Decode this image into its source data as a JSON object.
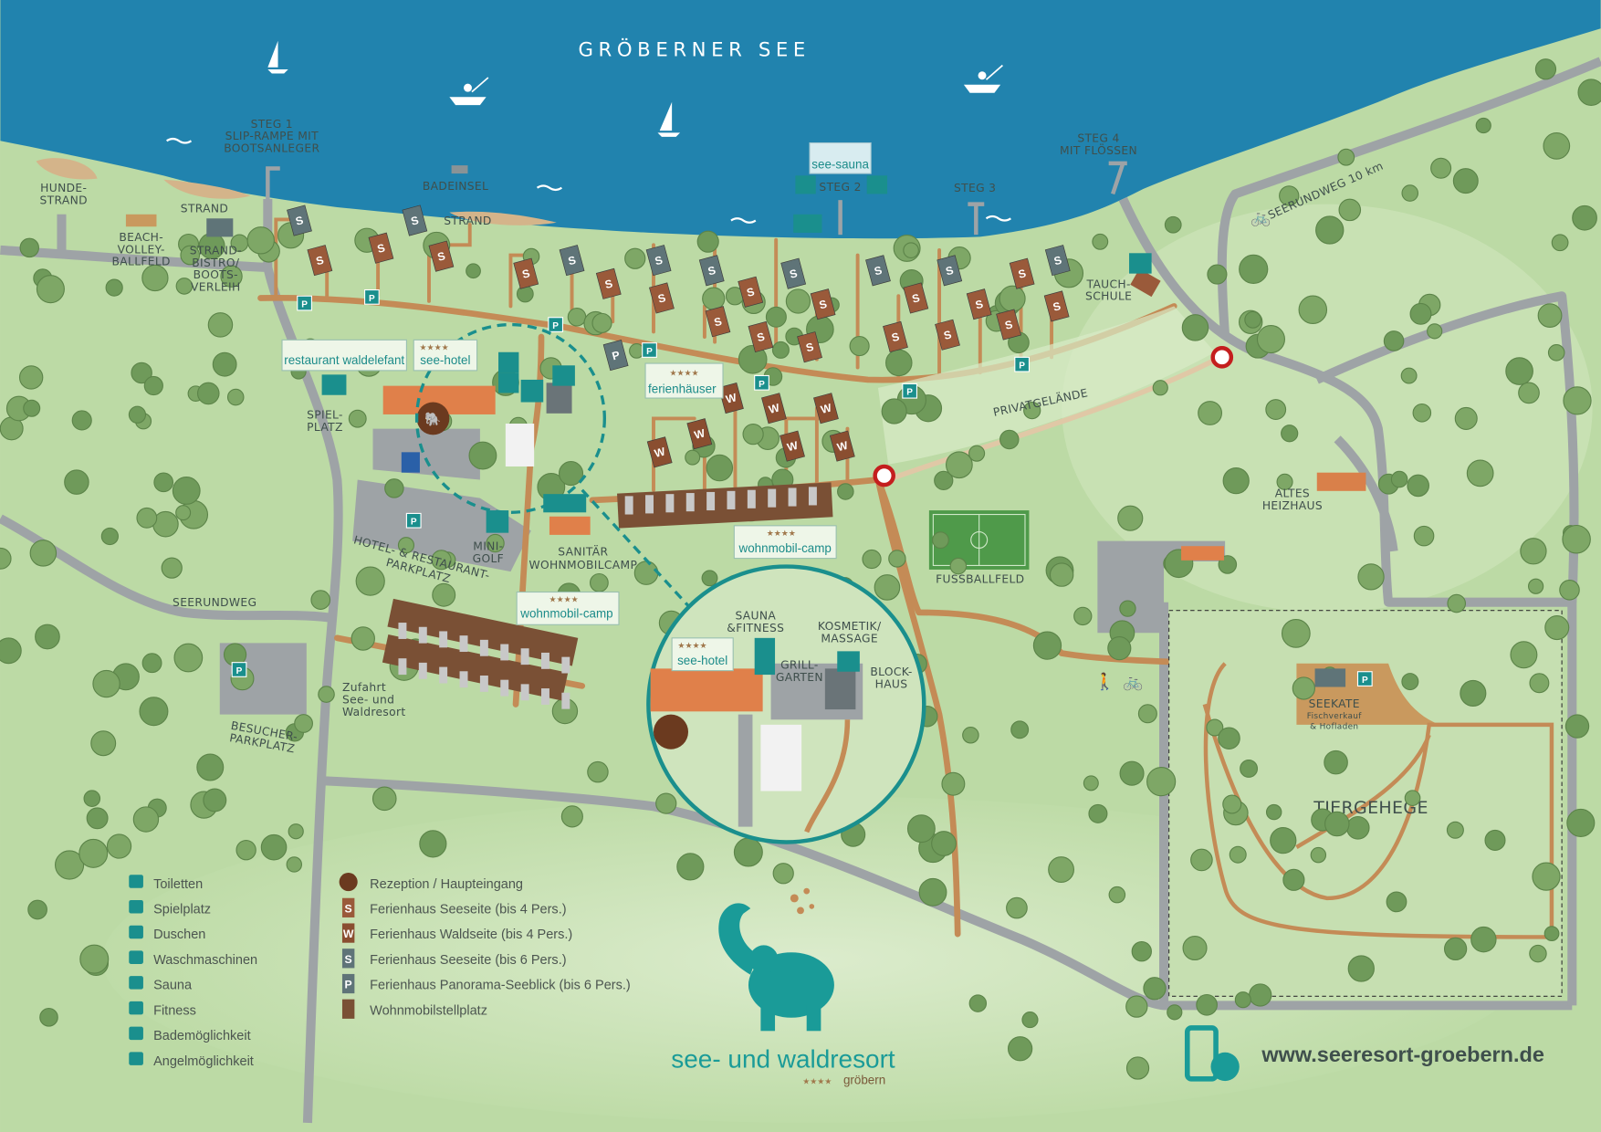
{
  "lake": {
    "title": "GRÖBERNER SEE"
  },
  "labels": {
    "steg1": [
      "STEG 1",
      "SLIP-RAMPE MIT",
      "BOOTSANLEGER"
    ],
    "hundestrand": [
      "HUNDE-",
      "STRAND"
    ],
    "strand1": "STRAND",
    "beachvolley": [
      "BEACH-",
      "VOLLEY-",
      "BALLFELD"
    ],
    "strandbistro": [
      "STRAND-",
      "BISTRO/",
      "BOOTS-",
      "VERLEIH"
    ],
    "badeinsel": "BADEINSEL",
    "strand2": "STRAND",
    "steg2": "STEG 2",
    "steg3": "STEG 3",
    "steg4": [
      "STEG 4",
      "MIT FLÖSSEN"
    ],
    "seerundweg10": "SEERUNDWEG 10 km",
    "tauchschule": [
      "TAUCH-",
      "SCHULE"
    ],
    "privatgelaende": "PRIVATGELÄNDE",
    "spielplatz": [
      "SPIEL-",
      "PLATZ"
    ],
    "altes_heizhaus": [
      "ALTES",
      "HEIZHAUS"
    ],
    "minigolf": [
      "MINI-",
      "GOLF"
    ],
    "sanitaer": [
      "SANITÄR",
      "WOHNMOBILCAMP"
    ],
    "fussballfeld": "FUSSBALLFELD",
    "hotelparkplatz": [
      "HOTEL- & RESTAURANT-",
      "PARKPLATZ"
    ],
    "seerundweg": "SEERUNDWEG",
    "sauna_fitness": [
      "SAUNA",
      "&FITNESS"
    ],
    "kosmetik": [
      "KOSMETIK/",
      "MASSAGE"
    ],
    "grillgarten": [
      "GRILL-",
      "GARTEN"
    ],
    "blockhaus": [
      "BLOCK-",
      "HAUS"
    ],
    "seekate": [
      "SEEKATE",
      "Fischverkauf",
      "& Hofladen"
    ],
    "zufahrt": [
      "Zufahrt",
      "See- und",
      "Waldresort"
    ],
    "besucherparkplatz": [
      "BESUCHER-",
      "PARKPLATZ"
    ],
    "tiergehege": "TIERGEHEGE"
  },
  "callouts": {
    "see_sauna": "see-sauna",
    "restaurant": "restaurant waldelefant",
    "see_hotel": "see-hotel",
    "ferienhaeuser": "ferienhäuser",
    "wohnmobil_camp_1": "wohnmobil-camp",
    "wohnmobil_camp_2": "wohnmobil-camp",
    "see_hotel_inset": "see-hotel",
    "stars": "★★★★"
  },
  "house_letters": {
    "S": "S",
    "W": "W",
    "P": "P"
  },
  "parking_letter": "P",
  "legend": {
    "left": [
      {
        "icon": "toilets-icon",
        "label": "Toiletten"
      },
      {
        "icon": "playground-icon",
        "label": "Spielplatz"
      },
      {
        "icon": "shower-icon",
        "label": "Duschen"
      },
      {
        "icon": "washing-machine-icon",
        "label": "Waschmaschinen"
      },
      {
        "icon": "sauna-icon",
        "label": "Sauna"
      },
      {
        "icon": "fitness-icon",
        "label": "Fitness"
      },
      {
        "icon": "swimming-icon",
        "label": "Bademöglichkeit"
      },
      {
        "icon": "fishing-icon",
        "label": "Angelmöglichkeit"
      }
    ],
    "right": [
      {
        "icon": "reception-elephant-icon",
        "label": "Rezeption / Haupteingang"
      },
      {
        "icon": "house-s-brown-icon",
        "label": "Ferienhaus Seeseite (bis 4 Pers.)"
      },
      {
        "icon": "house-w-icon",
        "label": "Ferienhaus Waldseite (bis 4 Pers.)"
      },
      {
        "icon": "house-s-gray-icon",
        "label": "Ferienhaus Seeseite (bis 6 Pers.)"
      },
      {
        "icon": "house-p-icon",
        "label": "Ferienhaus Panorama-Seeblick (bis 6 Pers.)"
      },
      {
        "icon": "camper-pitch-icon",
        "label": "Wohnmobilstellplatz"
      }
    ]
  },
  "logo": {
    "name": "see- und waldresort",
    "stars": "★★★★",
    "place": "gröbern"
  },
  "website": "www.seeresort-groebern.de",
  "colors": {
    "lake": "#2183ae",
    "grass": "#bfdca8",
    "road": "#9ea3a6",
    "path": "#c48b56",
    "teal": "#1a8f8d",
    "house_brown": "#9a5a3a",
    "house_gray": "#5f7478",
    "hotel": "#e0804a"
  }
}
